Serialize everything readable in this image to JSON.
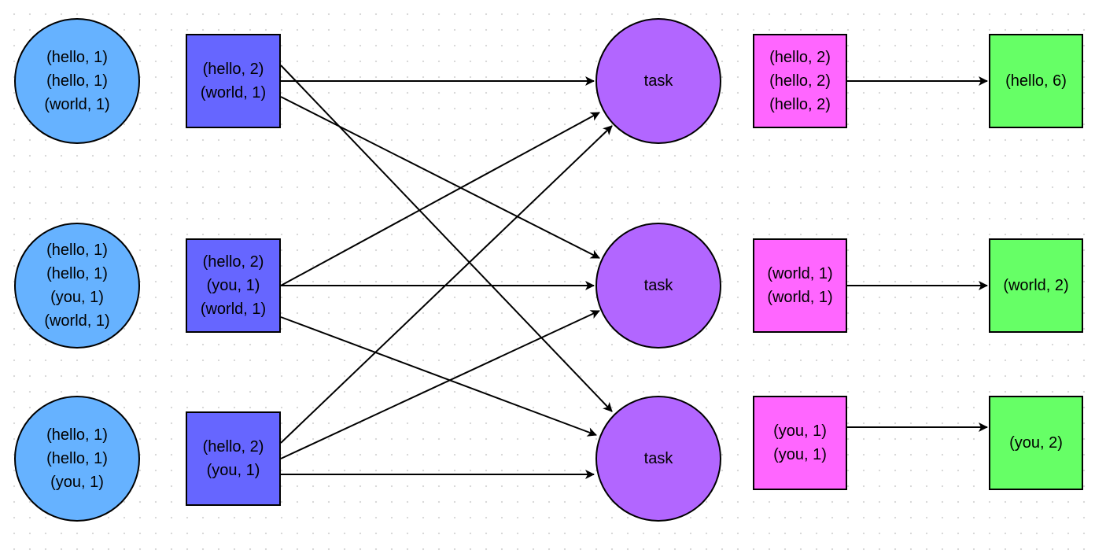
{
  "colors": {
    "input_fill": "#66b2ff",
    "combiner_fill": "#6666ff",
    "task_fill": "#b266ff",
    "grouped_fill": "#ff66ff",
    "result_fill": "#66ff66",
    "stroke": "#000000"
  },
  "inputs": [
    {
      "lines": [
        "(hello, 1)",
        "(hello, 1)",
        "(world, 1)"
      ]
    },
    {
      "lines": [
        "(hello, 1)",
        "(hello, 1)",
        "(you, 1)",
        "(world, 1)"
      ]
    },
    {
      "lines": [
        "(hello, 1)",
        "(hello, 1)",
        "(you, 1)"
      ]
    }
  ],
  "combiners": [
    {
      "lines": [
        "(hello, 2)",
        "(world, 1)"
      ]
    },
    {
      "lines": [
        "(hello, 2)",
        "(you, 1)",
        "(world, 1)"
      ]
    },
    {
      "lines": [
        "(hello, 2)",
        "(you, 1)"
      ]
    }
  ],
  "tasks": [
    {
      "label": "task"
    },
    {
      "label": "task"
    },
    {
      "label": "task"
    }
  ],
  "grouped": [
    {
      "lines": [
        "(hello, 2)",
        "(hello, 2)",
        "(hello, 2)"
      ]
    },
    {
      "lines": [
        "(world, 1)",
        "(world, 1)"
      ]
    },
    {
      "lines": [
        "(you, 1)",
        "(you, 1)"
      ]
    }
  ],
  "results": [
    {
      "lines": [
        "(hello, 6)"
      ]
    },
    {
      "lines": [
        "(world, 2)"
      ]
    },
    {
      "lines": [
        "(you, 2)"
      ]
    }
  ]
}
